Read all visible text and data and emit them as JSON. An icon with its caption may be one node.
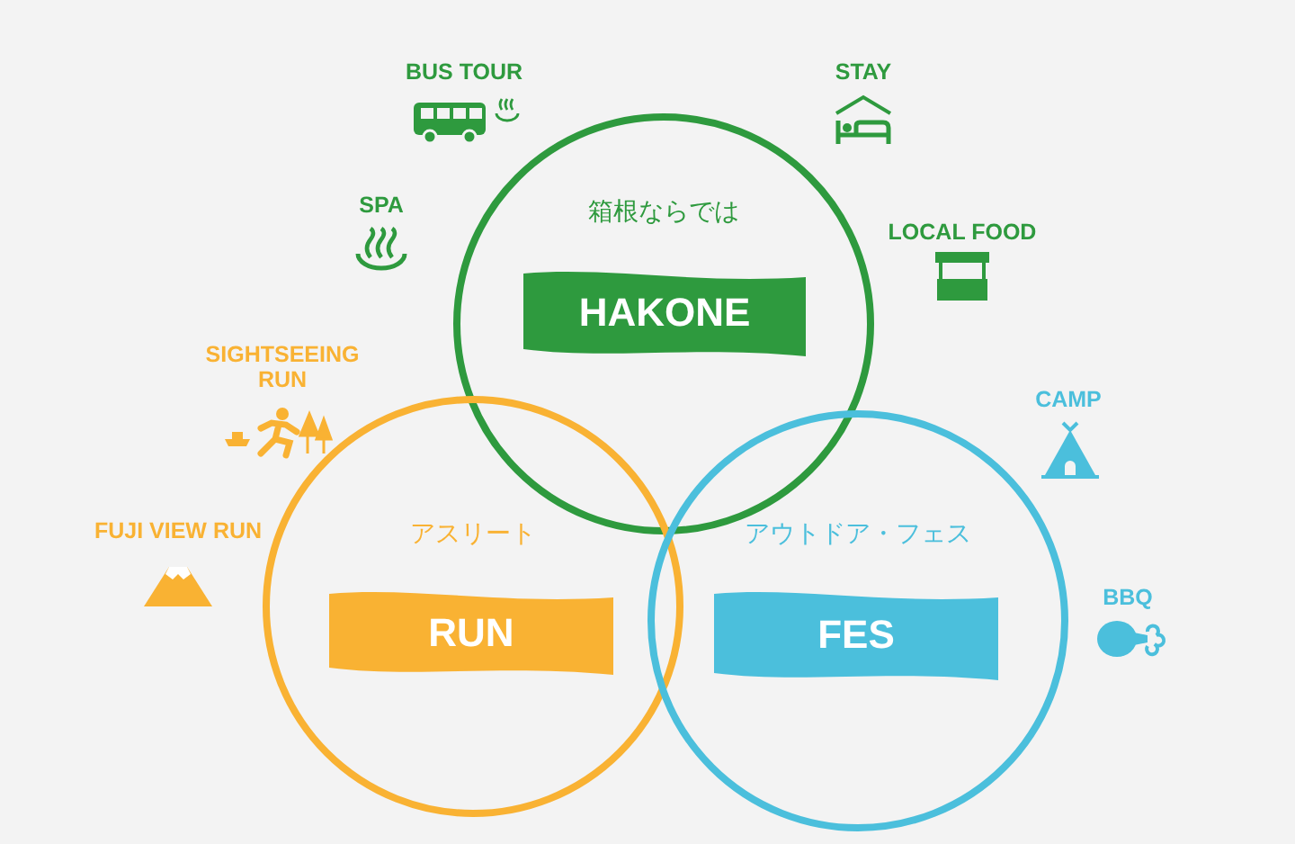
{
  "diagram": {
    "nodes": [
      {
        "text": [
          "箱根ならでは",
          "HAKONE"
        ]
      },
      {
        "text": [
          "アスリート",
          "RUN"
        ]
      },
      {
        "text": [
          "アウトドア・フェス",
          "FES"
        ]
      }
    ],
    "labels": [
      "BUS TOUR",
      "STAY",
      "SPA",
      "LOCAL FOOD",
      "SIGHTSEEING RUN",
      "CAMP",
      "FUJI VIEW RUN",
      "BBQ"
    ]
  }
}
